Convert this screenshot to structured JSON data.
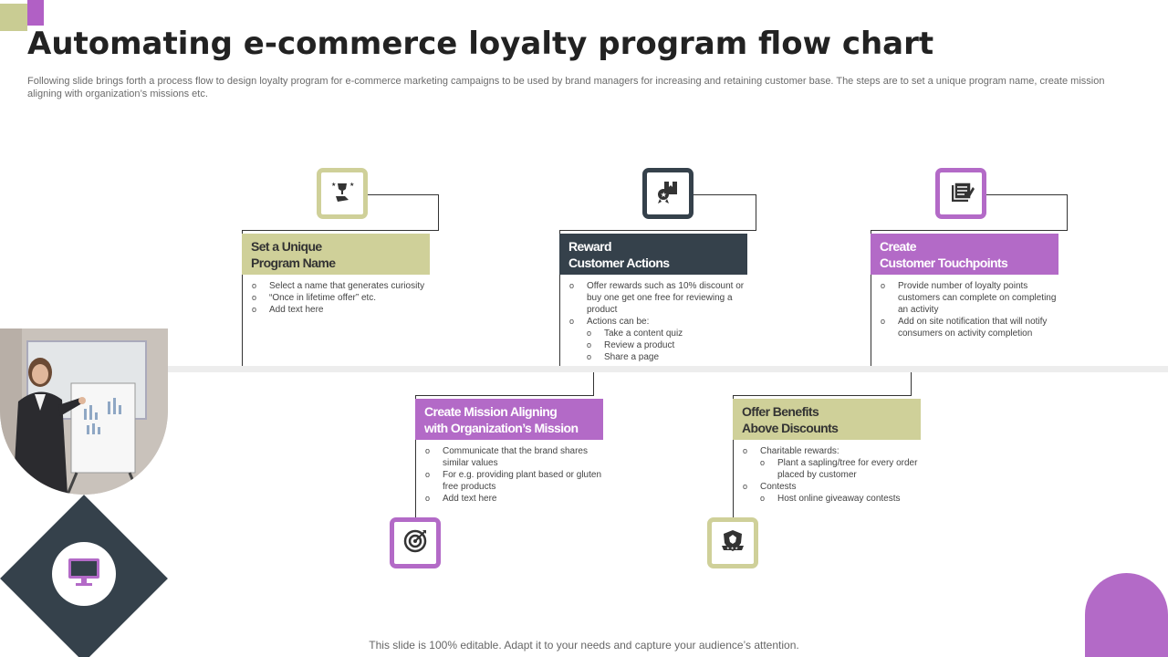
{
  "title": "Automating e-commerce loyalty program flow chart",
  "subtitle": "Following slide brings forth a process flow to design loyalty program for e-commerce marketing campaigns to be used by brand managers for increasing and retaining customer base. The steps are to set a unique program name, create mission aligning with organization’s missions etc.",
  "footer": "This slide is 100% editable. Adapt it to your needs and capture your audience’s attention.",
  "colors": {
    "olive": "#cfd099",
    "dark": "#35414b",
    "purple": "#b36ac7"
  },
  "steps": [
    {
      "heading_line1": "Set a Unique",
      "heading_line2": "Program Name",
      "icon": "trophy-hand-icon",
      "bullets": [
        "Select a name that generates curiosity",
        "“Once in lifetime offer” etc.",
        "Add text here"
      ]
    },
    {
      "heading_line1": "Reward",
      "heading_line2": "Customer Actions",
      "icon": "reward-badge-icon",
      "bullets": [
        "Offer rewards such as 10% discount or buy one get one free for reviewing a product",
        "Actions can be:"
      ],
      "sub_bullets": [
        "Take a content quiz",
        "Review a product",
        "Share a page"
      ]
    },
    {
      "heading_line1": "Create",
      "heading_line2": "Customer Touchpoints",
      "icon": "notepad-icon",
      "bullets": [
        "Provide number of loyalty points customers can complete on completing an activity",
        "Add on site notification that will notify consumers on activity completion"
      ]
    },
    {
      "heading_line1": "Create Mission Aligning",
      "heading_line2": "with Organization’s Mission",
      "icon": "target-icon",
      "bullets": [
        "Communicate that the brand shares similar values",
        "For e.g. providing plant based or gluten free products",
        "Add text here"
      ]
    },
    {
      "heading_line1": "Offer Benefits",
      "heading_line2": "Above Discounts",
      "icon": "shield-crest-icon",
      "bullets": [
        "Charitable rewards:"
      ],
      "sub_bullets_a": [
        "Plant a sapling/tree for every order placed by customer"
      ],
      "bullets_b": [
        "Contests"
      ],
      "sub_bullets_b": [
        "Host online giveaway contests"
      ]
    }
  ]
}
